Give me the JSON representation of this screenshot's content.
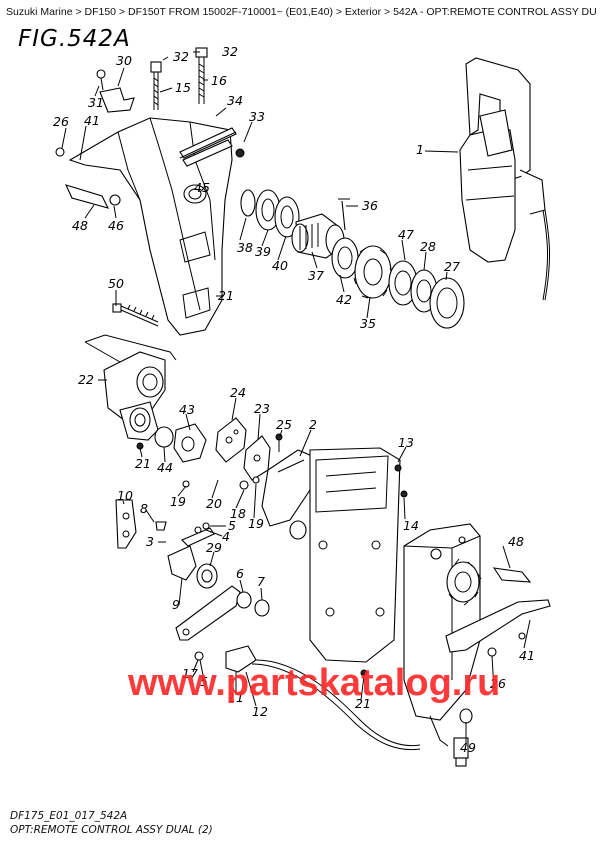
{
  "breadcrumb": {
    "items": [
      "Suzuki Marine",
      "DF150",
      "DF150T FROM 15002F-710001~ (E01,E40)",
      "Exterior",
      "542A - OPT:REMOTE CONTROL ASSY DUAL (2)"
    ],
    "separator": " > ",
    "trailing": " >"
  },
  "figure": {
    "title": "FIG.542A",
    "footer_code": "DF175_E01_017_542A",
    "footer_title": "OPT:REMOTE CONTROL ASSY DUAL (2)"
  },
  "watermark": "www.partskatalog.ru",
  "callouts": [
    "32",
    "32",
    "30",
    "31",
    "16",
    "15",
    "34",
    "33",
    "26",
    "41",
    "45",
    "1",
    "36",
    "48",
    "46",
    "38",
    "39",
    "40",
    "37",
    "47",
    "28",
    "27",
    "42",
    "35",
    "50",
    "21",
    "22",
    "24",
    "43",
    "23",
    "25",
    "2",
    "13",
    "21",
    "44",
    "19",
    "20",
    "18",
    "19",
    "14",
    "10",
    "8",
    "5",
    "4",
    "3",
    "29",
    "48",
    "9",
    "6",
    "7",
    "41",
    "17",
    "5",
    "11",
    "12",
    "21",
    "26",
    "49"
  ],
  "colors": {
    "line": "#000000",
    "watermark": "#ff2a2a",
    "background": "#ffffff"
  }
}
